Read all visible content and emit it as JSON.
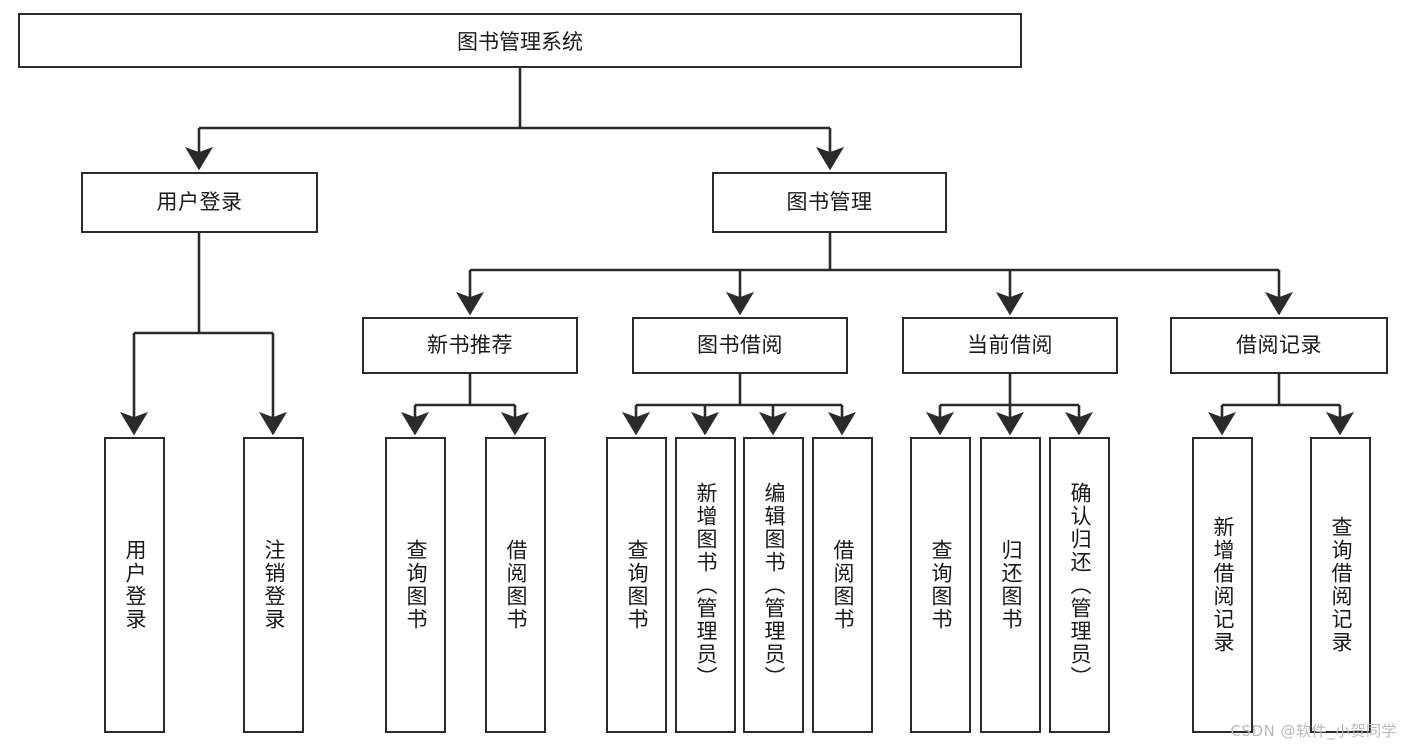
{
  "diagram": {
    "title": "图书管理系统",
    "type": "tree-hierarchy-diagram",
    "watermark": "CSDN @软件_小贺同学",
    "colors": {
      "box_border": "#2b2b2b",
      "box_fill": "#ffffff",
      "connector": "#2b2b2b",
      "text": "#1a1a1a",
      "watermark": "#b9b9b9",
      "background": "#ffffff"
    },
    "root": {
      "label": "图书管理系统"
    },
    "level1": [
      {
        "label": "用户登录"
      },
      {
        "label": "图书管理"
      }
    ],
    "level2": [
      {
        "label": "新书推荐"
      },
      {
        "label": "图书借阅"
      },
      {
        "label": "当前借阅"
      },
      {
        "label": "借阅记录"
      }
    ],
    "leaves": {
      "user_login": [
        {
          "label": "用户登录"
        },
        {
          "label": "注销登录"
        }
      ],
      "new_book_recommend": [
        {
          "label": "查询图书"
        },
        {
          "label": "借阅图书"
        }
      ],
      "book_borrow": [
        {
          "label": "查询图书"
        },
        {
          "label": "新增图书（管理员）"
        },
        {
          "label": "编辑图书（管理员）"
        },
        {
          "label": "借阅图书"
        }
      ],
      "current_borrow": [
        {
          "label": "查询图书"
        },
        {
          "label": "归还图书"
        },
        {
          "label": "确认归还（管理员）"
        }
      ],
      "borrow_record": [
        {
          "label": "新增借阅记录"
        },
        {
          "label": "查询借阅记录"
        }
      ]
    }
  }
}
